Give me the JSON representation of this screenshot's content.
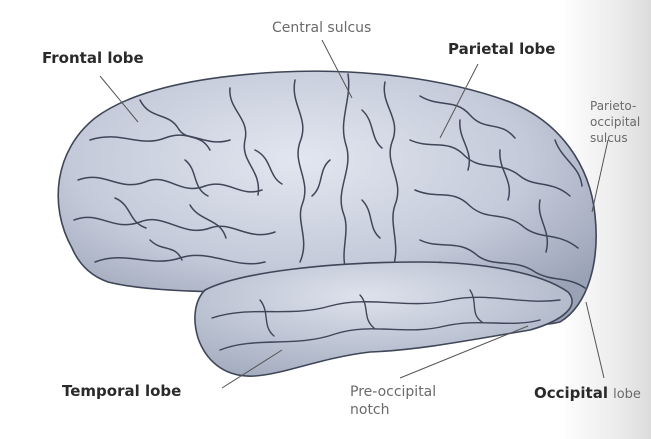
{
  "labels": {
    "frontal_lobe": "Frontal lobe",
    "central_sulcus": "Central sulcus",
    "parietal_lobe": "Parietal lobe",
    "parieto_occipital_sulcus": [
      "Parieto-",
      "occipital",
      "sulcus"
    ],
    "temporal_lobe": "Temporal lobe",
    "pre_occipital_notch": [
      "Pre-occipital",
      "notch"
    ],
    "occipital_lobe_bold": "Occipital",
    "occipital_lobe_light": "lobe"
  },
  "colors": {
    "brain_fill": "#bcc3d4",
    "brain_highlight": "#dde2ee",
    "sulcus_line": "#3f4658",
    "leader_line": "#555555",
    "background_edge": "#dcdcdc"
  }
}
